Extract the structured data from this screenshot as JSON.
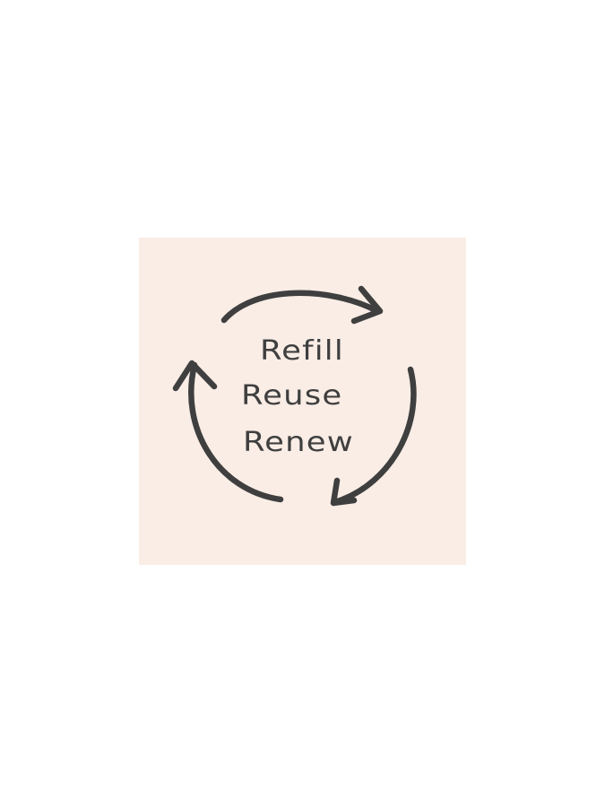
{
  "graphic": {
    "words": [
      "Refill",
      "Reuse",
      "Renew"
    ],
    "colors": {
      "background": "#ffffff",
      "card": "#f9ede6",
      "ink": "#3f3f3f"
    },
    "icon": "cycle-arrows-icon"
  }
}
